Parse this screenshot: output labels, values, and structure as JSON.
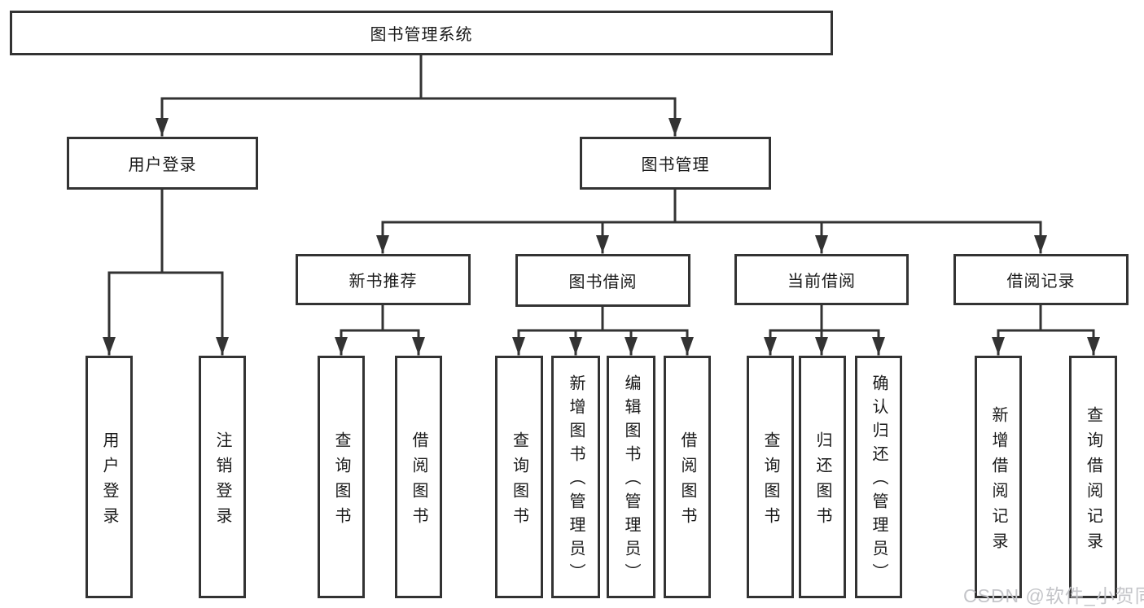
{
  "tree": {
    "root": {
      "label": "图书管理系统"
    },
    "branches": [
      {
        "label": "用户登录",
        "children": [
          {
            "label": "用户登录"
          },
          {
            "label": "注销登录"
          }
        ]
      },
      {
        "label": "图书管理",
        "sections": [
          {
            "label": "新书推荐",
            "children": [
              {
                "label": "查询图书"
              },
              {
                "label": "借阅图书"
              }
            ]
          },
          {
            "label": "图书借阅",
            "children": [
              {
                "label": "查询图书"
              },
              {
                "label": "新增图书（管理员）"
              },
              {
                "label": "编辑图书（管理员）"
              },
              {
                "label": "借阅图书"
              }
            ]
          },
          {
            "label": "当前借阅",
            "children": [
              {
                "label": "查询图书"
              },
              {
                "label": "归还图书"
              },
              {
                "label": "确认归还（管理员）"
              }
            ]
          },
          {
            "label": "借阅记录",
            "children": [
              {
                "label": "新增借阅记录"
              },
              {
                "label": "查询借阅记录"
              }
            ]
          }
        ]
      }
    ]
  },
  "watermark": {
    "text": "CSDN @软件_小贺同学"
  },
  "colors": {
    "line": "#333333",
    "box_border": "#333333",
    "text": "#1a1a1a",
    "background": "#ffffff",
    "watermark": "#c4c5c9"
  }
}
